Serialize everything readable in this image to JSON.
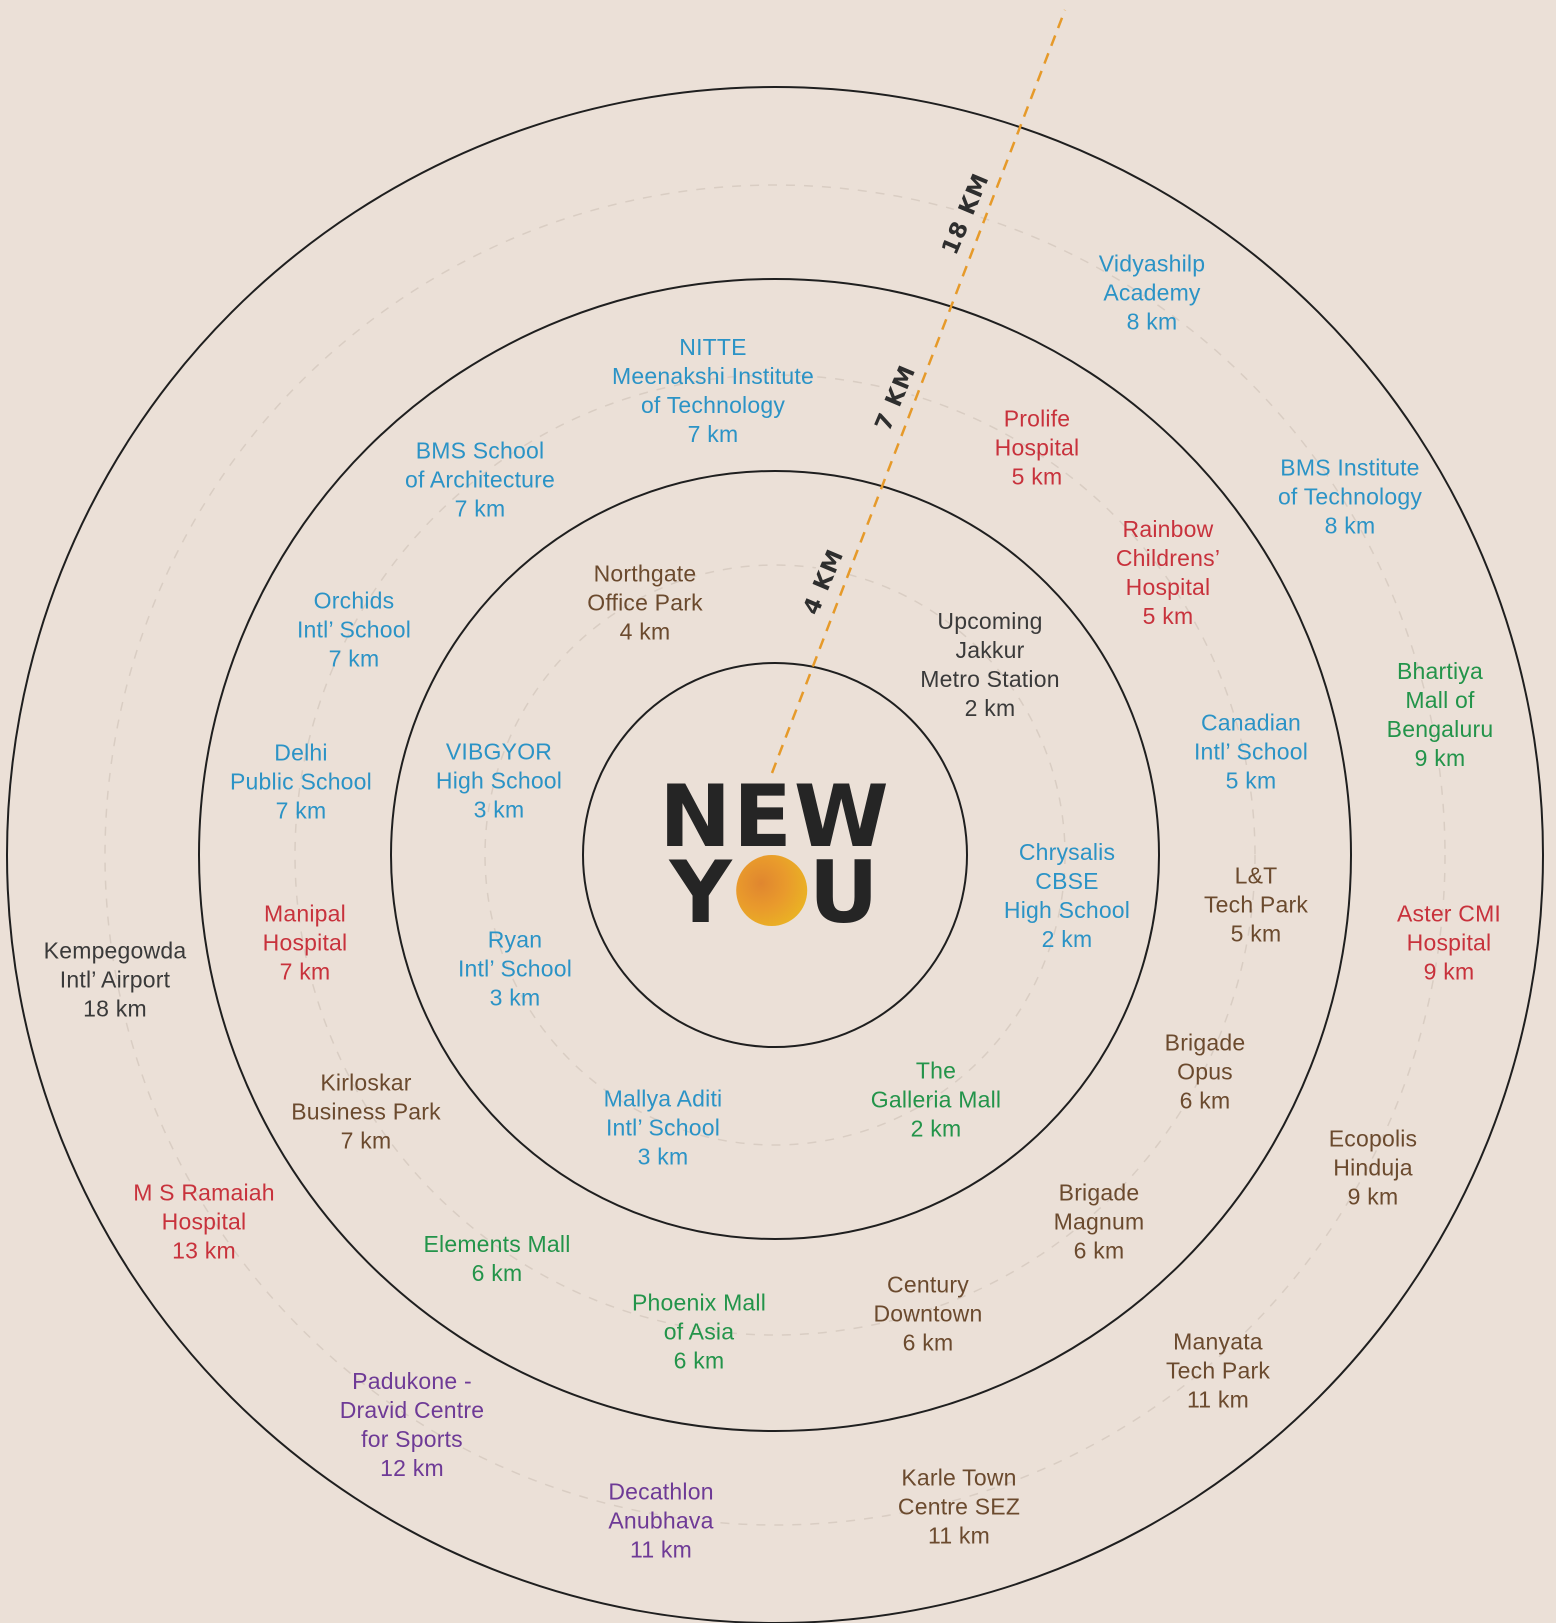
{
  "logo": {
    "line1": "NEW",
    "line2_left": "Y",
    "line2_right": "U"
  },
  "colors": {
    "background": "#ebe0d7",
    "education": "#2b93c6",
    "healthcare": "#c8323c",
    "business": "#6b4a2e",
    "transit": "#3a3a3a",
    "retail": "#23944a",
    "sports": "#6e3a96",
    "route": "#e69a2a"
  },
  "rings": [
    {
      "label": "4 KM"
    },
    {
      "label": "7 KM"
    },
    {
      "label": "18 KM"
    }
  ],
  "places": {
    "northgate": {
      "name": [
        "Northgate",
        "Office Park"
      ],
      "dist": "4 km",
      "category": "business"
    },
    "jakkur": {
      "name": [
        "Upcoming",
        "Jakkur",
        "Metro Station"
      ],
      "dist": "2 km",
      "category": "transit"
    },
    "vibgyor": {
      "name": [
        "VIBGYOR",
        "High School"
      ],
      "dist": "3 km",
      "category": "education"
    },
    "ryan": {
      "name": [
        "Ryan",
        "Intl’ School"
      ],
      "dist": "3 km",
      "category": "education"
    },
    "chrysalis": {
      "name": [
        "Chrysalis",
        "CBSE",
        "High School"
      ],
      "dist": "2 km",
      "category": "education"
    },
    "mallya": {
      "name": [
        "Mallya Aditi",
        "Intl’ School"
      ],
      "dist": "3 km",
      "category": "education"
    },
    "galleria": {
      "name": [
        "The",
        "Galleria Mall"
      ],
      "dist": "2 km",
      "category": "retail"
    },
    "nitte": {
      "name": [
        "NITTE",
        "Meenakshi Institute",
        "of Technology"
      ],
      "dist": "7 km",
      "category": "education"
    },
    "bms_arch": {
      "name": [
        "BMS School",
        "of Architecture"
      ],
      "dist": "7 km",
      "category": "education"
    },
    "orchids": {
      "name": [
        "Orchids",
        "Intl’ School"
      ],
      "dist": "7 km",
      "category": "education"
    },
    "dps": {
      "name": [
        "Delhi",
        "Public School"
      ],
      "dist": "7 km",
      "category": "education"
    },
    "manipal": {
      "name": [
        "Manipal",
        "Hospital"
      ],
      "dist": "7 km",
      "category": "healthcare"
    },
    "kirloskar": {
      "name": [
        "Kirloskar",
        "Business Park"
      ],
      "dist": "7 km",
      "category": "business"
    },
    "elements": {
      "name": [
        "Elements Mall"
      ],
      "dist": "6 km",
      "category": "retail"
    },
    "phoenix": {
      "name": [
        "Phoenix Mall",
        "of Asia"
      ],
      "dist": "6 km",
      "category": "retail"
    },
    "century": {
      "name": [
        "Century",
        "Downtown"
      ],
      "dist": "6 km",
      "category": "business"
    },
    "brigade_magnum": {
      "name": [
        "Brigade",
        "Magnum"
      ],
      "dist": "6 km",
      "category": "business"
    },
    "brigade_opus": {
      "name": [
        "Brigade",
        "Opus"
      ],
      "dist": "6 km",
      "category": "business"
    },
    "lt_tech": {
      "name": [
        "L&T",
        "Tech Park"
      ],
      "dist": "5 km",
      "category": "business"
    },
    "canadian": {
      "name": [
        "Canadian",
        "Intl’ School"
      ],
      "dist": "5 km",
      "category": "education"
    },
    "rainbow": {
      "name": [
        "Rainbow",
        "Childrens’",
        "Hospital"
      ],
      "dist": "5 km",
      "category": "healthcare"
    },
    "prolife": {
      "name": [
        "Prolife",
        "Hospital"
      ],
      "dist": "5 km",
      "category": "healthcare"
    },
    "vidyashilp": {
      "name": [
        "Vidyashilp",
        "Academy"
      ],
      "dist": "8 km",
      "category": "education"
    },
    "bms_tech": {
      "name": [
        "BMS Institute",
        "of Technology"
      ],
      "dist": "8 km",
      "category": "education"
    },
    "bhartiya": {
      "name": [
        "Bhartiya",
        "Mall of",
        "Bengaluru"
      ],
      "dist": "9 km",
      "category": "retail"
    },
    "aster": {
      "name": [
        "Aster CMI",
        "Hospital"
      ],
      "dist": "9 km",
      "category": "healthcare"
    },
    "ecopolis": {
      "name": [
        "Ecopolis",
        "Hinduja"
      ],
      "dist": "9 km",
      "category": "business"
    },
    "manyata": {
      "name": [
        "Manyata",
        "Tech Park"
      ],
      "dist": "11 km",
      "category": "business"
    },
    "karle": {
      "name": [
        "Karle Town",
        "Centre SEZ"
      ],
      "dist": "11 km",
      "category": "business"
    },
    "decathlon": {
      "name": [
        "Decathlon",
        "Anubhava"
      ],
      "dist": "11 km",
      "category": "sports"
    },
    "padukone": {
      "name": [
        "Padukone -",
        "Dravid Centre",
        "for Sports"
      ],
      "dist": "12 km",
      "category": "sports"
    },
    "ms_ramaiah": {
      "name": [
        "M S Ramaiah",
        "Hospital"
      ],
      "dist": "13 km",
      "category": "healthcare"
    },
    "airport": {
      "name": [
        "Kempegowda",
        "Intl’ Airport"
      ],
      "dist": "18 km",
      "category": "transit"
    }
  }
}
